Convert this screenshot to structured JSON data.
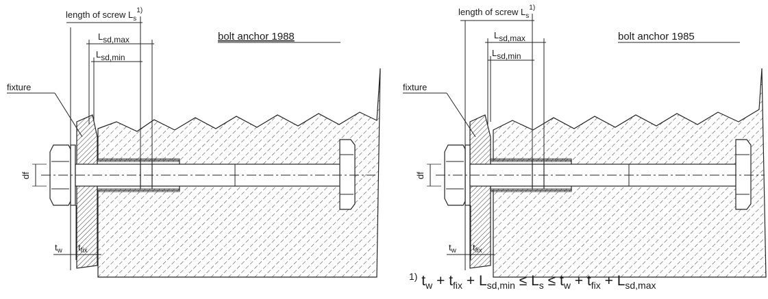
{
  "left_figure": {
    "title": "bolt anchor 1988",
    "label_length_of_screw": "length of screw L",
    "label_length_sub": "s",
    "label_length_sup": "1)",
    "label_lsd_max": "L",
    "label_lsd_max_sub": "sd,max",
    "label_lsd_min": "L",
    "label_lsd_min_sub": "sd,min",
    "label_fixture": "fixture",
    "label_df": "df",
    "label_tw": "t",
    "label_tw_sub": "w",
    "label_tfix": "t",
    "label_tfix_sub": "fix"
  },
  "right_figure": {
    "title": "bolt anchor 1985",
    "label_length_of_screw": "length of screw L",
    "label_length_sub": "s",
    "label_length_sup": "1)",
    "label_lsd_max": "L",
    "label_lsd_max_sub": "sd,max",
    "label_lsd_min": "L",
    "label_lsd_min_sub": "sd,min",
    "label_fixture": "fixture",
    "label_df": "df",
    "label_tw": "t",
    "label_tw_sub": "w",
    "label_tfix": "t",
    "label_tfix_sub": "fix"
  },
  "footnote": {
    "marker": "1)",
    "t1": "t",
    "t1_sub": "w",
    "plus1": " + ",
    "t2": "t",
    "t2_sub": "fix",
    "plus2": " + ",
    "l1": "L",
    "l1_sub": "sd,min",
    "le1": " ≤ ",
    "l2": "L",
    "l2_sub": "s",
    "le2": " ≤ ",
    "t3": "t",
    "t3_sub": "w",
    "plus3": " + ",
    "t4": "t",
    "t4_sub": "fix",
    "plus4": " + ",
    "l3": "L",
    "l3_sub": "sd,max"
  }
}
